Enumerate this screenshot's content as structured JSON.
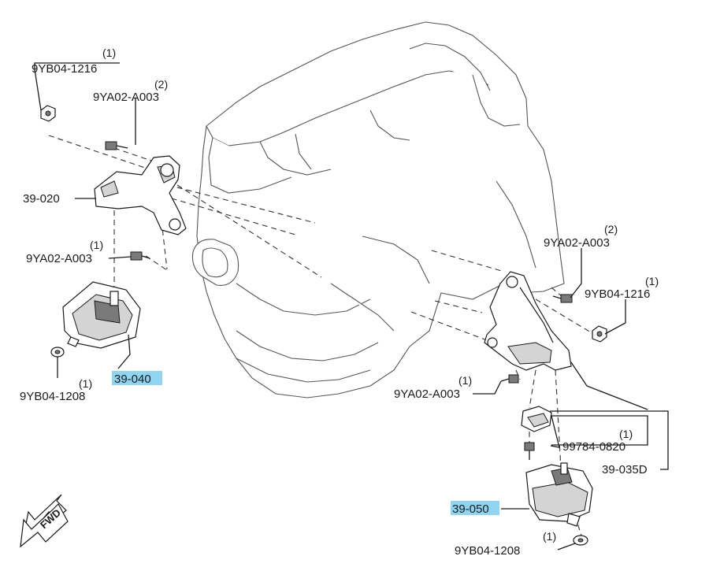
{
  "callouts": [
    {
      "part": "9YB04-1216",
      "qty": "(1)"
    },
    {
      "part": "9YA02-A003",
      "qty": "(2)"
    },
    {
      "part": "39-020"
    },
    {
      "part": "9YA02-A003",
      "qty": "(1)"
    },
    {
      "part": "39-040"
    },
    {
      "part": "9YB04-1208",
      "qty": "(1)"
    },
    {
      "part": "9YA02-A003",
      "qty": "(2)"
    },
    {
      "part": "9YB04-1216",
      "qty": "(1)"
    },
    {
      "part": "9YA02-A003",
      "qty": "(1)"
    },
    {
      "part": "99784-0820",
      "qty": "(1)"
    },
    {
      "part": "39-035D"
    },
    {
      "part": "39-050"
    },
    {
      "part": "9YB04-1208",
      "qty": "(1)"
    }
  ],
  "direction_label": "FWD",
  "colors": {
    "highlight": "#8fd4f0",
    "line": "#1a1a1a"
  }
}
